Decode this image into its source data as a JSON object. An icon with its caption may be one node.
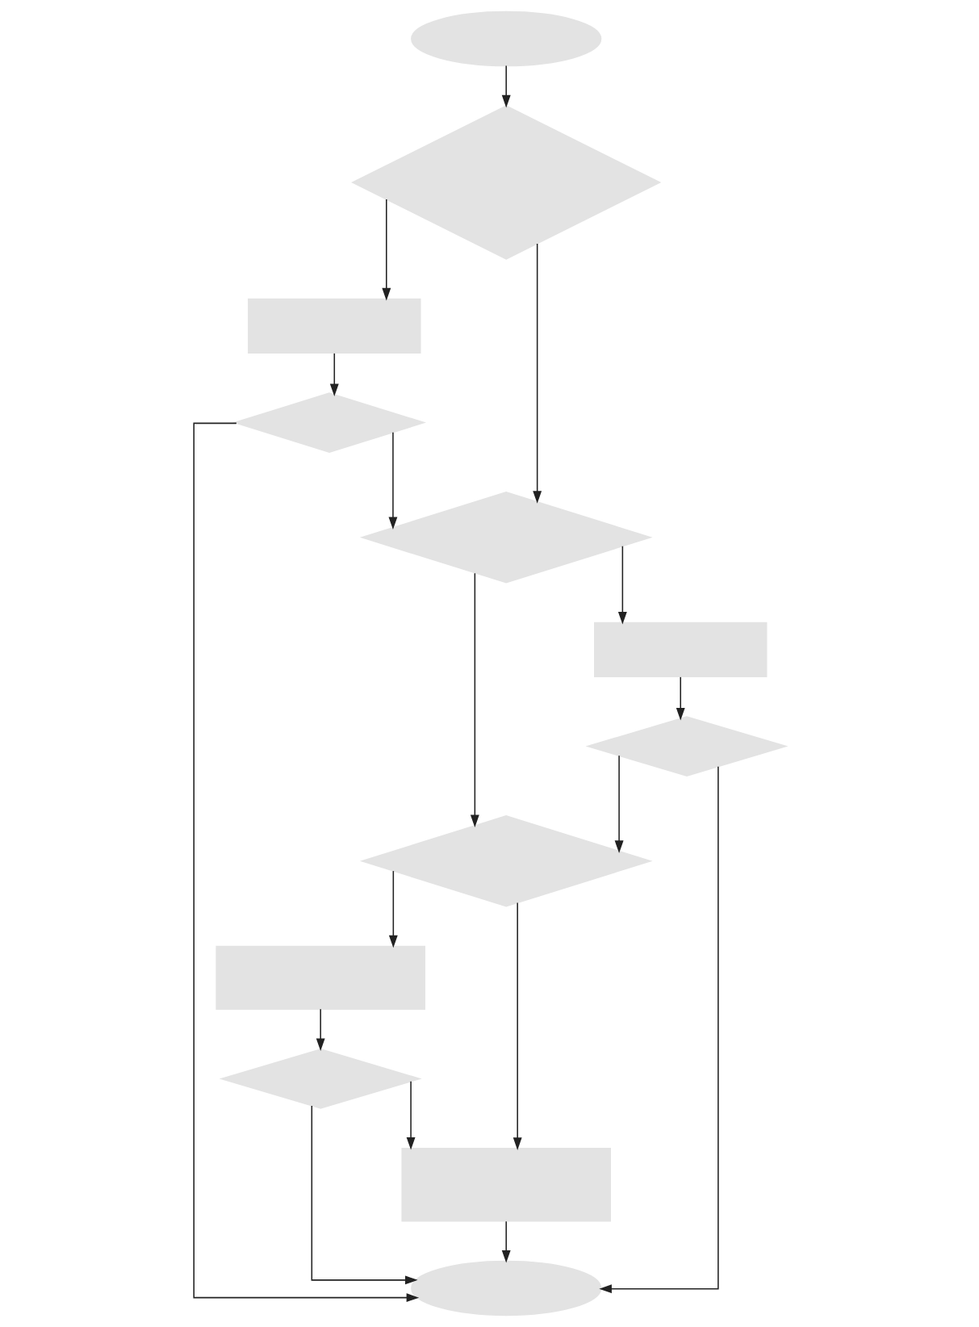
{
  "diagram": {
    "nodes": [
      {
        "text": [],
        "shape": "oval"
      },
      {
        "text": [],
        "shape": "diamond"
      },
      {
        "text": [],
        "shape": "box"
      },
      {
        "text": [],
        "shape": "diamond"
      },
      {
        "text": [],
        "shape": "diamond"
      },
      {
        "text": [],
        "shape": "box"
      },
      {
        "text": [],
        "shape": "diamond"
      },
      {
        "text": [],
        "shape": "diamond"
      },
      {
        "text": [],
        "shape": "box"
      },
      {
        "text": [],
        "shape": "diamond"
      },
      {
        "text": [],
        "shape": "box"
      },
      {
        "text": [],
        "shape": "oval"
      }
    ],
    "edges": [
      {
        "from": 0,
        "to": 1,
        "arrow": "to"
      },
      {
        "from": 1,
        "to": 2,
        "arrow": "to"
      },
      {
        "from": 1,
        "to": 4,
        "arrow": "to"
      },
      {
        "from": 2,
        "to": 3,
        "arrow": "to"
      },
      {
        "from": 3,
        "to": 4,
        "arrow": "to"
      },
      {
        "from": 3,
        "to": 11,
        "arrow": "to"
      },
      {
        "from": 4,
        "to": 5,
        "arrow": "to"
      },
      {
        "from": 4,
        "to": 7,
        "arrow": "to"
      },
      {
        "from": 5,
        "to": 6,
        "arrow": "to"
      },
      {
        "from": 6,
        "to": 7,
        "arrow": "to"
      },
      {
        "from": 6,
        "to": 11,
        "arrow": "to"
      },
      {
        "from": 7,
        "to": 8,
        "arrow": "to"
      },
      {
        "from": 7,
        "to": 10,
        "arrow": "to"
      },
      {
        "from": 8,
        "to": 9,
        "arrow": "to"
      },
      {
        "from": 9,
        "to": 10,
        "arrow": "to"
      },
      {
        "from": 9,
        "to": 11,
        "arrow": "to"
      },
      {
        "from": 10,
        "to": 11,
        "arrow": "to"
      }
    ]
  }
}
